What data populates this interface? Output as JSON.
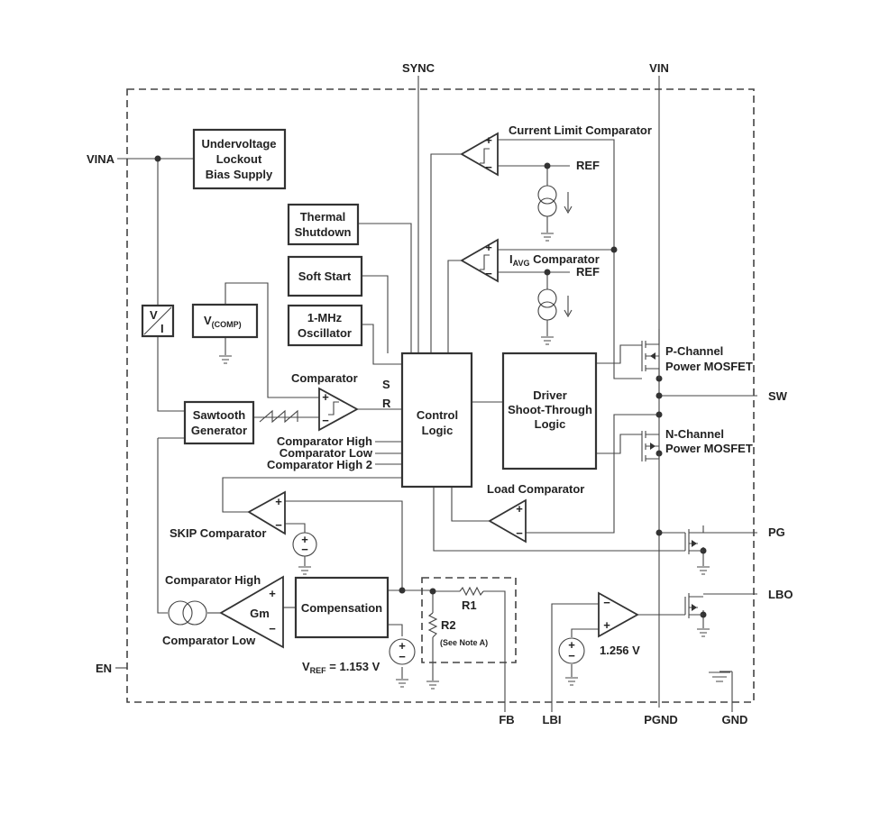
{
  "pins": {
    "sync": "SYNC",
    "vin": "VIN",
    "vina": "VINA",
    "sw": "SW",
    "pg": "PG",
    "lbo": "LBO",
    "en": "EN",
    "fb": "FB",
    "lbi": "LBI",
    "pgnd": "PGND",
    "gnd": "GND"
  },
  "blocks": {
    "uvlo": [
      "Undervoltage",
      "Lockout",
      "Bias Supply"
    ],
    "thermal": [
      "Thermal",
      "Shutdown"
    ],
    "soft_start": "Soft Start",
    "oscillator": [
      "1-MHz",
      "Oscillator"
    ],
    "vcomp_main": "V",
    "vcomp_sub": "(COMP)",
    "v_over_i_top": "V",
    "v_over_i_bottom": "I",
    "sawtooth": [
      "Sawtooth",
      "Generator"
    ],
    "control": [
      "Control",
      "Logic"
    ],
    "driver": [
      "Driver",
      "Shoot-Through",
      "Logic"
    ],
    "compensation": "Compensation",
    "gm": "Gm"
  },
  "labels": {
    "current_limit": "Current Limit Comparator",
    "ref": "REF",
    "iavg_main": "I",
    "iavg_sub": "AVG",
    "iavg_rest": " Comparator",
    "comparator": "Comparator",
    "s": "S",
    "r": "R",
    "cmp_high": "Comparator High",
    "cmp_low": "Comparator Low",
    "cmp_high2": "Comparator High 2",
    "p_channel": [
      "P-Channel",
      "Power MOSFET"
    ],
    "n_channel": [
      "N-Channel",
      "Power MOSFET"
    ],
    "load_comparator": "Load Comparator",
    "skip_comparator": "SKIP Comparator",
    "gm_high": "Comparator High",
    "gm_low": "Comparator Low",
    "r1": "R1",
    "r2": "R2",
    "note": "(See Note A)",
    "vref_main": "V",
    "vref_sub": "REF",
    "vref_value": " = 1.153 V",
    "lbi_ref": "1.256 V"
  }
}
